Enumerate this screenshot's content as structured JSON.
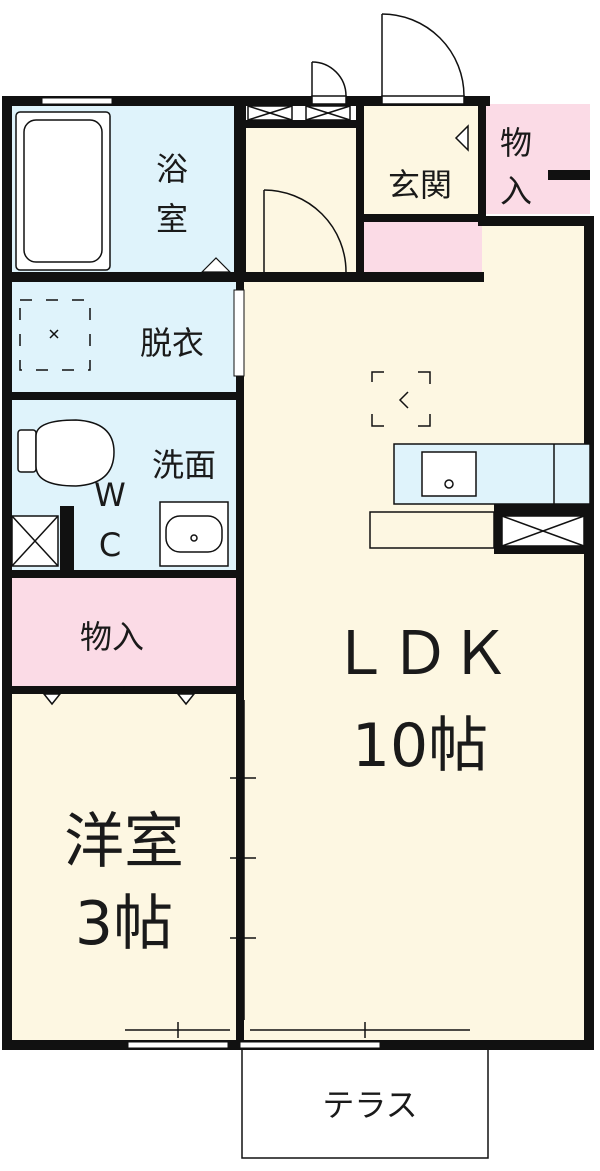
{
  "rooms": {
    "bath": {
      "label_line1": "浴",
      "label_line2": "室"
    },
    "dressing": {
      "label": "脱衣"
    },
    "washbasin": {
      "label": "洗面"
    },
    "wc": {
      "label_line1": "W",
      "label_line2": "C"
    },
    "storage_left": {
      "label": "物入"
    },
    "western_room": {
      "label_line1": "洋室",
      "label_line2": "3帖"
    },
    "ldk": {
      "label_line1": "ＬＤＫ",
      "label_line2": "10帖"
    },
    "entrance": {
      "label": "玄関"
    },
    "storage_right": {
      "label_line1": "物",
      "label_line2": "入"
    },
    "terrace": {
      "label": "テラス"
    }
  },
  "colors": {
    "wall": "#111111",
    "wet_area": "#dff3fb",
    "storage": "#fbdbe6",
    "living": "#fdf7e2",
    "outdoor": "#ffffff"
  }
}
